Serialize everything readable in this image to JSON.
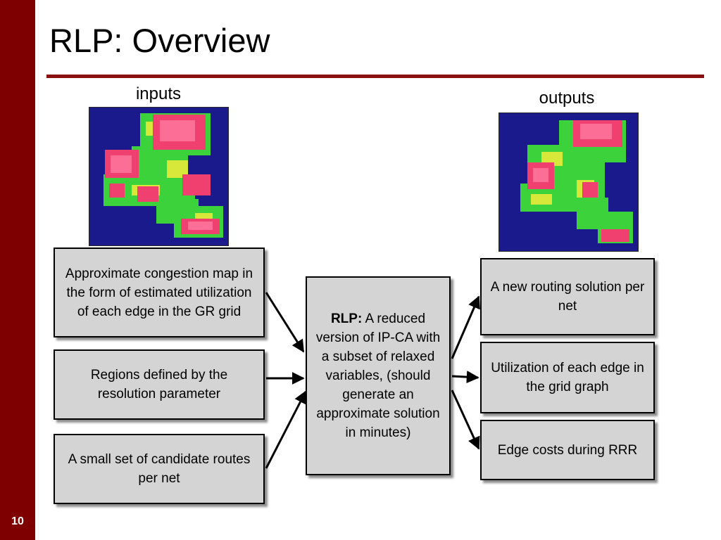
{
  "slide": {
    "title": "RLP: Overview",
    "page_number": "10",
    "colors": {
      "accent": "#7f0000",
      "box_fill": "#d4d4d4",
      "heatmap_bg": "#1a1a8c"
    }
  },
  "inputs_label": "inputs",
  "outputs_label": "outputs",
  "images": {
    "input_heatmap": "congestion-map-image",
    "output_heatmap": "congestion-map-image"
  },
  "input_boxes": [
    {
      "text": "Approximate congestion map in the form of estimated utilization of each edge in the GR grid"
    },
    {
      "text": "Regions defined by the resolution parameter"
    },
    {
      "text": "A small set of candidate routes per net"
    }
  ],
  "center_box": {
    "bold_label": "RLP:",
    "text": " A reduced version of IP-CA with a subset of relaxed variables, (should generate an approximate solution in minutes)"
  },
  "output_boxes": [
    {
      "text": "A new routing solution per net"
    },
    {
      "text": "Utilization of each edge in the grid graph"
    },
    {
      "text": "Edge costs during RRR"
    }
  ]
}
